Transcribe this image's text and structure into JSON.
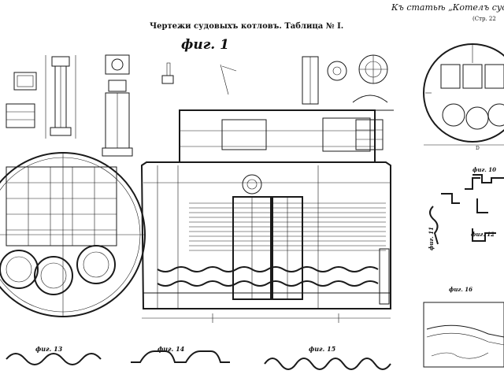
{
  "plate": {
    "title": "Чертежи судовыхъ котловъ. Таблица № I.",
    "article_ref": "Къ статьѣ „Котелъ судо",
    "page_ref": "(Стр. 22"
  },
  "figures": {
    "fig1": "фиг. 1",
    "fig10": "фиг. 10",
    "fig11": "фиг. 11",
    "fig12": "фиг. 12",
    "fig13": "фиг. 13",
    "fig14": "фиг. 14",
    "fig15": "фиг. 15",
    "fig16": "фиг. 16"
  }
}
